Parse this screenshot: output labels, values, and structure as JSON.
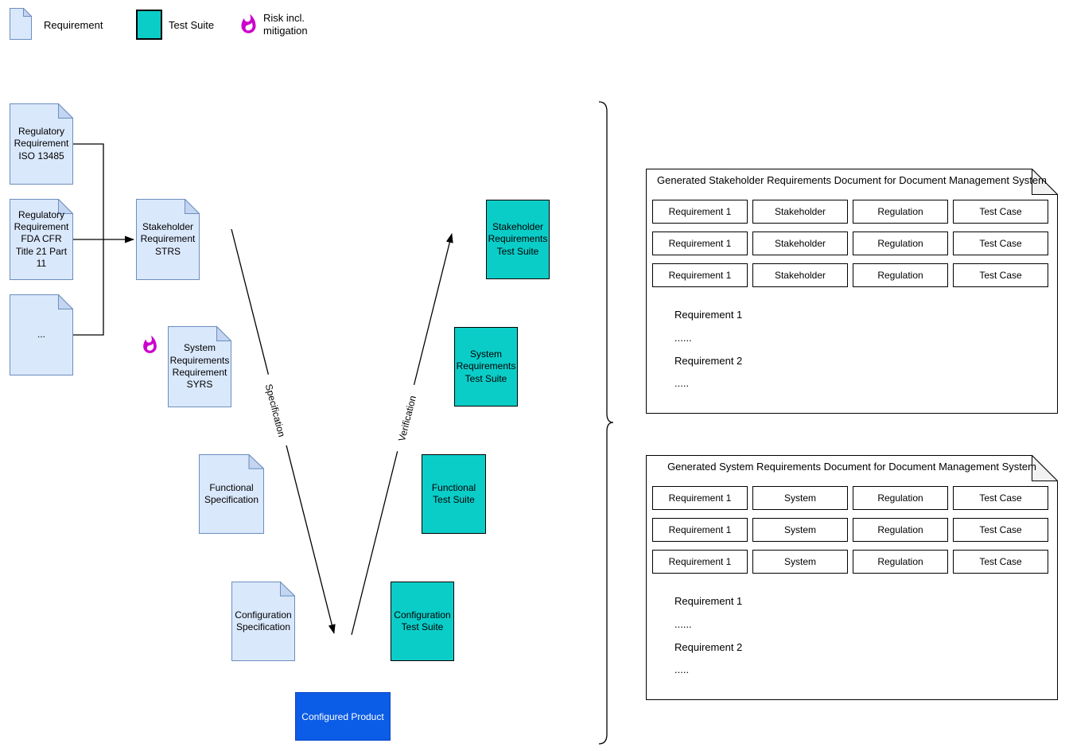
{
  "legend": {
    "items": [
      {
        "label": "Requirement"
      },
      {
        "label": "Test Suite"
      },
      {
        "label": "Risk incl. mitigation"
      }
    ]
  },
  "nodes": {
    "reg_iso": "Regulatory Requirement ISO 13485",
    "reg_fda": "Regulatory Requirement FDA CFR Title 21 Part 11",
    "reg_more": "...",
    "strs": "Stakeholder Requirement STRS",
    "syrs": "System Requirements Requirement SYRS",
    "func_spec": "Functional Specification",
    "conf_spec": "Configuration Specification",
    "st_ts": "Stakeholder Requirements Test Suite",
    "sys_ts": "System Requirements Test Suite",
    "func_ts": "Functional Test Suite",
    "conf_ts": "Configuration Test Suite",
    "product": "Configured Product"
  },
  "edges": {
    "specification": "Specification",
    "verification": "Verification"
  },
  "panels": [
    {
      "title": "Generated Stakeholder Requirements Document for Document Management System",
      "rows": [
        [
          "Requirement 1",
          "Stakeholder",
          "Regulation",
          "Test Case"
        ],
        [
          "Requirement 1",
          "Stakeholder",
          "Regulation",
          "Test Case"
        ],
        [
          "Requirement 1",
          "Stakeholder",
          "Regulation",
          "Test Case"
        ]
      ],
      "body": [
        "Requirement 1",
        "......",
        "Requirement 2",
        "....."
      ]
    },
    {
      "title": "Generated System Requirements Document for Document Management System",
      "rows": [
        [
          "Requirement 1",
          "System",
          "Regulation",
          "Test Case"
        ],
        [
          "Requirement 1",
          "System",
          "Regulation",
          "Test Case"
        ],
        [
          "Requirement 1",
          "System",
          "Regulation",
          "Test Case"
        ]
      ],
      "body": [
        "Requirement 1",
        "......",
        "Requirement 2",
        "....."
      ]
    }
  ],
  "colors": {
    "requirement_fill": "#DAE8FC",
    "requirement_stroke": "#6C8EBF",
    "requirement_fold": "#C3D5F0",
    "test_suite_fill": "#0BCDC8",
    "product_fill": "#0B5CE6",
    "product_text": "#FFFFFF",
    "risk_flame": "#CC00CC",
    "panel_fold": "#F2F2F2",
    "line": "#000000"
  }
}
